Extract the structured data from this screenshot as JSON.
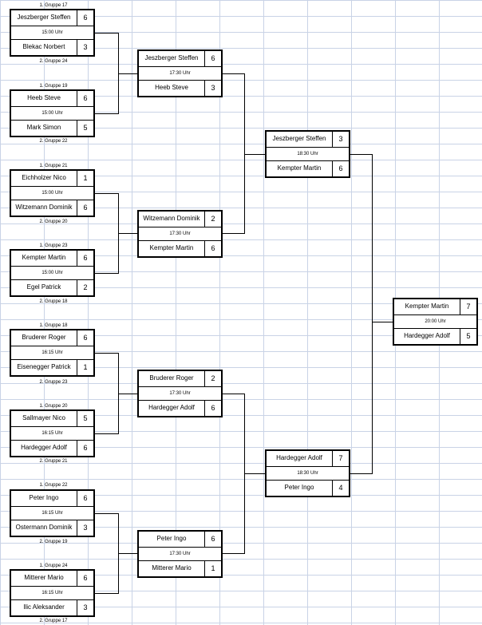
{
  "round1": [
    {
      "group_top": "1. Gruppe 17",
      "p1": "Jeszberger Steffen",
      "s1": "6",
      "time": "15:00 Uhr",
      "p2": "Blekac Norbert",
      "s2": "3",
      "group_bottom": "2. Gruppe 24"
    },
    {
      "group_top": "1. Gruppe 19",
      "p1": "Heeb Steve",
      "s1": "6",
      "time": "15:00 Uhr",
      "p2": "Mark Simon",
      "s2": "5",
      "group_bottom": "2. Gruppe 22"
    },
    {
      "group_top": "1. Gruppe 21",
      "p1": "Eichholzer Nico",
      "s1": "1",
      "time": "15:00 Uhr",
      "p2": "Witzemann Dominik",
      "s2": "6",
      "group_bottom": "2. Gruppe 20"
    },
    {
      "group_top": "1. Gruppe 23",
      "p1": "Kempter Martin",
      "s1": "6",
      "time": "15:00 Uhr",
      "p2": "Egel Patrick",
      "s2": "2",
      "group_bottom": "2. Gruppe 18"
    },
    {
      "group_top": "1. Gruppe 18",
      "p1": "Bruderer Roger",
      "s1": "6",
      "time": "16:15 Uhr",
      "p2": "Eisenegger Patrick",
      "s2": "1",
      "group_bottom": "2. Gruppe 23"
    },
    {
      "group_top": "1. Gruppe 20",
      "p1": "Sallmayer Nico",
      "s1": "5",
      "time": "16:15 Uhr",
      "p2": "Hardegger Adolf",
      "s2": "6",
      "group_bottom": "2. Gruppe 21"
    },
    {
      "group_top": "1. Gruppe 22",
      "p1": "Peter Ingo",
      "s1": "6",
      "time": "16:15 Uhr",
      "p2": "Ostermann Dominik",
      "s2": "3",
      "group_bottom": "2. Gruppe 19"
    },
    {
      "group_top": "1. Gruppe 24",
      "p1": "Mitterer Mario",
      "s1": "6",
      "time": "16:15 Uhr",
      "p2": "Ilic Aleksander",
      "s2": "3",
      "group_bottom": "2. Gruppe 17"
    }
  ],
  "round2": [
    {
      "p1": "Jeszberger Steffen",
      "s1": "6",
      "time": "17:30 Uhr",
      "p2": "Heeb Steve",
      "s2": "3"
    },
    {
      "p1": "Witzemann Dominik",
      "s1": "2",
      "time": "17:30 Uhr",
      "p2": "Kempter Martin",
      "s2": "6"
    },
    {
      "p1": "Bruderer Roger",
      "s1": "2",
      "time": "17:30 Uhr",
      "p2": "Hardegger Adolf",
      "s2": "6"
    },
    {
      "p1": "Peter Ingo",
      "s1": "6",
      "time": "17:30 Uhr",
      "p2": "Mitterer Mario",
      "s2": "1"
    }
  ],
  "round3": [
    {
      "p1": "Jeszberger Steffen",
      "s1": "3",
      "time": "18:30 Uhr",
      "p2": "Kempter Martin",
      "s2": "6"
    },
    {
      "p1": "Hardegger Adolf",
      "s1": "7",
      "time": "18:30 Uhr",
      "p2": "Peter Ingo",
      "s2": "4"
    }
  ],
  "final": {
    "p1": "Kempter Martin",
    "s1": "7",
    "time": "20:00 Uhr",
    "p2": "Hardegger Adolf",
    "s2": "5"
  }
}
